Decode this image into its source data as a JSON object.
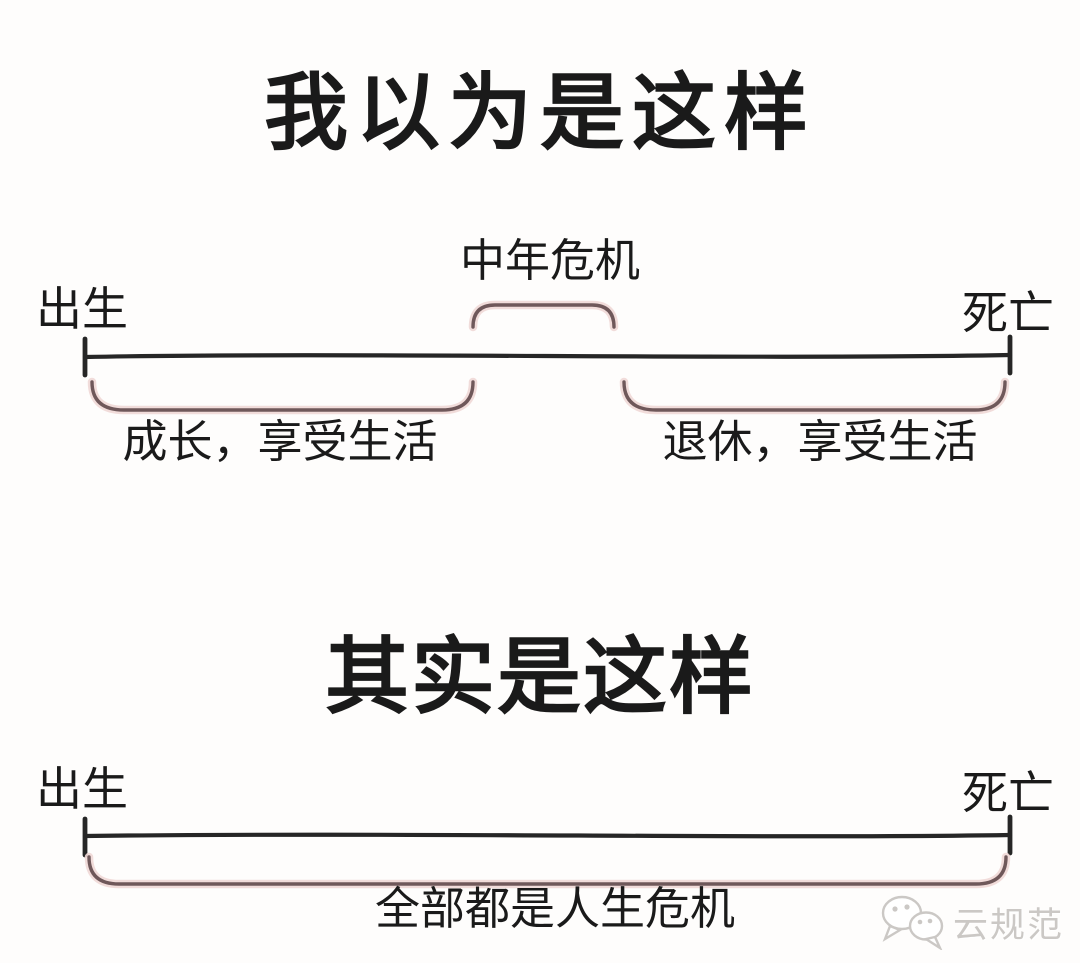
{
  "colors": {
    "background": "#fefdfc",
    "ink": "#1a1a1a",
    "timeline": "#262626",
    "bracket": "#6f585a",
    "bracket_glow": "#f0d8d6",
    "watermark": "#cbc8c5"
  },
  "expected": {
    "title": "我以为是这样",
    "start_label": "出生",
    "end_label": "死亡",
    "midlife_label": "中年危机",
    "growth_label": "成长，享受生活",
    "retirement_label": "退休，享受生活"
  },
  "reality": {
    "title": "其实是这样",
    "start_label": "出生",
    "end_label": "死亡",
    "crisis_label": "全部都是人生危机"
  },
  "watermark": {
    "label": "云规范",
    "icon": "wechat-logo-icon"
  }
}
